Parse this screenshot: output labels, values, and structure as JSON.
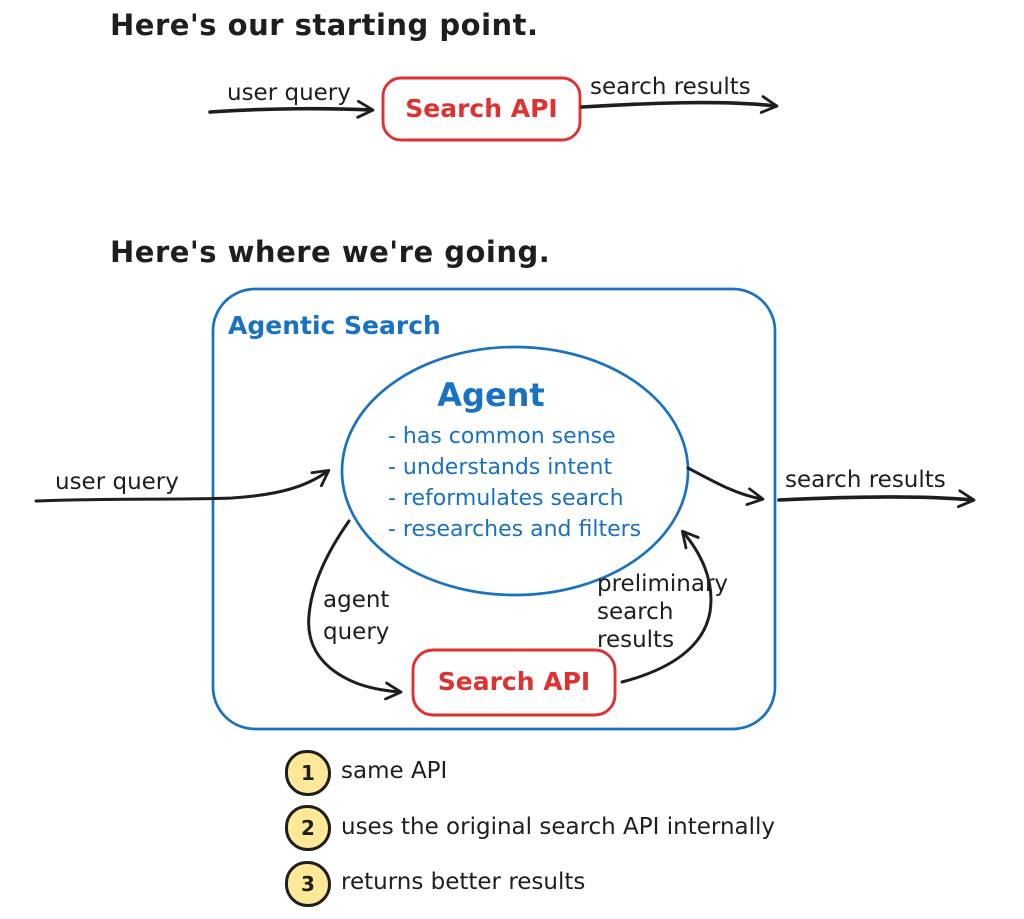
{
  "colors": {
    "ink": "#1e1e1e",
    "blue": "#1971c2",
    "red": "#e03131",
    "legend_badge_fill": "#ffe999"
  },
  "starting_point": {
    "title": "Here's our starting point.",
    "input_label": "user query",
    "api_box_label": "Search API",
    "output_label": "search results"
  },
  "agentic_search": {
    "title": "Here's where we're going.",
    "container_label": "Agentic Search",
    "agent_title": "Agent",
    "agent_bullets": [
      "- has common sense",
      "- understands intent",
      "- reformulates search",
      "- researches and filters"
    ],
    "input_label": "user query",
    "output_label": "search results",
    "agent_query_label": "agent\nquery",
    "preliminary_results_label": "preliminary\nsearch\nresults",
    "api_box_label": "Search API"
  },
  "legend": {
    "items": [
      {
        "number": "1",
        "label": "same API"
      },
      {
        "number": "2",
        "label": "uses the original search API internally"
      },
      {
        "number": "3",
        "label": "returns better results"
      }
    ]
  }
}
